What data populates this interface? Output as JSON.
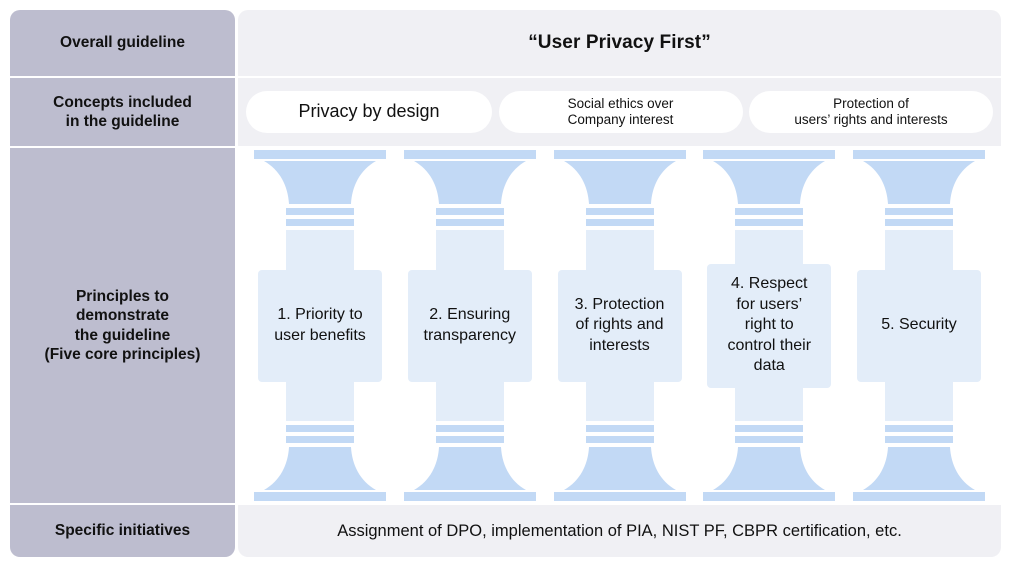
{
  "rows": {
    "overall": {
      "label": "Overall guideline",
      "value": "“User Privacy First”"
    },
    "concepts": {
      "label": "Concepts included\nin the guideline",
      "items": [
        {
          "text": "Privacy by design",
          "size": "wide"
        },
        {
          "text": "Social ethics over\nCompany interest",
          "size": "small"
        },
        {
          "text": "Protection of\nusers’ rights and interests",
          "size": "small"
        }
      ]
    },
    "principles": {
      "label": "Principles to\ndemonstrate\nthe guideline\n(Five core principles)",
      "items": [
        {
          "text": "1. Priority to\nuser benefits"
        },
        {
          "text": "2. Ensuring\ntransparency"
        },
        {
          "text": "3. Protection\nof rights and\ninterests"
        },
        {
          "text": "4. Respect\nfor users’\nright to\ncontrol their\ndata"
        },
        {
          "text": "5. Security"
        }
      ]
    },
    "initiatives": {
      "label": "Specific initiatives",
      "value": "Assignment of DPO, implementation of PIA, NIST PF, CBPR certification, etc."
    }
  },
  "colors": {
    "label_column_bg": "#bdbdcf",
    "panel_bg": "#f0f0f4",
    "pillar_shaft": "#e3edf9",
    "pillar_accent": "#c2d9f5",
    "pill_bg": "#ffffff",
    "text": "#111111"
  }
}
